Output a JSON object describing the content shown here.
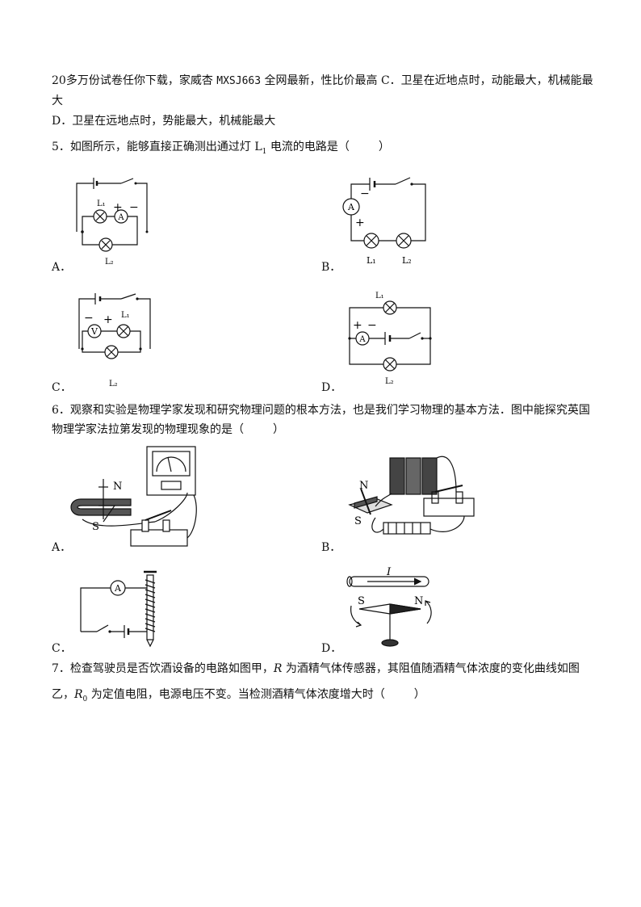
{
  "text": {
    "line1_pre": "20多万份试卷任你下载，家威杏 ",
    "line1_code": "MXSJ663",
    "line1_post": " 全网最新，性比价最高 C．卫星在近地点时，动能最大，机械能最",
    "line1_cont": "大",
    "optD4": "D．卫星在远地点时，势能最大，机械能最大",
    "q5_pre": "5．如图所示，能够直接正确测出通过灯 L",
    "q5_sub": "1",
    "q5_post": " 电流的电路是（",
    "q5_close": "）",
    "q6_line1": "6．观察和实验是物理学家发现和研究物理问题的根本方法，也是我们学习物理的基本方法．图中能探究英国",
    "q6_line2_pre": "物理学家法拉第发现的物理现象的是（",
    "q6_close": "）",
    "q7_line1_pre": "7．检查驾驶员是否饮酒设备的电路如图甲，",
    "q7_R": "R",
    "q7_line1_post": " 为酒精气体传感器，其阻值随酒精气体浓度的变化曲线如图",
    "q7_line2_pre": "乙，",
    "q7_R0": "R",
    "q7_R0_sub": "0",
    "q7_line2_post": " 为定值电阻，电源电压不变。当检测酒精气体浓度增大时（",
    "q7_close": "）"
  },
  "options": {
    "q5": [
      "A．",
      "B．",
      "C．",
      "D．"
    ],
    "q6": [
      "A．",
      "B．",
      "C．",
      "D．"
    ]
  },
  "fig_labels": {
    "L1": "L₁",
    "L2": "L₂",
    "ammeter": "A",
    "voltmeter": "V",
    "plus": "+",
    "minus": "−",
    "N": "N",
    "S": "S",
    "I": "I"
  }
}
